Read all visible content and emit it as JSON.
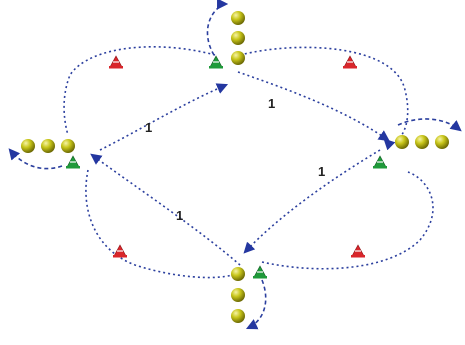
{
  "colors": {
    "background": "#ffffff",
    "path_dotted": "#2b3f9e",
    "arrowhead": "#2437a0",
    "ball_fill": "#c8c61a",
    "ball_highlight": "#f6f3a6",
    "ball_shadow": "#6e6b05",
    "cone_red": "#d9262b",
    "cone_green": "#1f9a3a",
    "cone_band": "#ffffff"
  },
  "labels": {
    "top_pass": "1",
    "left_pass": "1",
    "right_pass": "1",
    "bottom_pass": "1"
  },
  "icons": {
    "ball": "yellow-ball-icon",
    "red_cone": "red-cone-icon",
    "green_cone": "green-cone-icon"
  }
}
